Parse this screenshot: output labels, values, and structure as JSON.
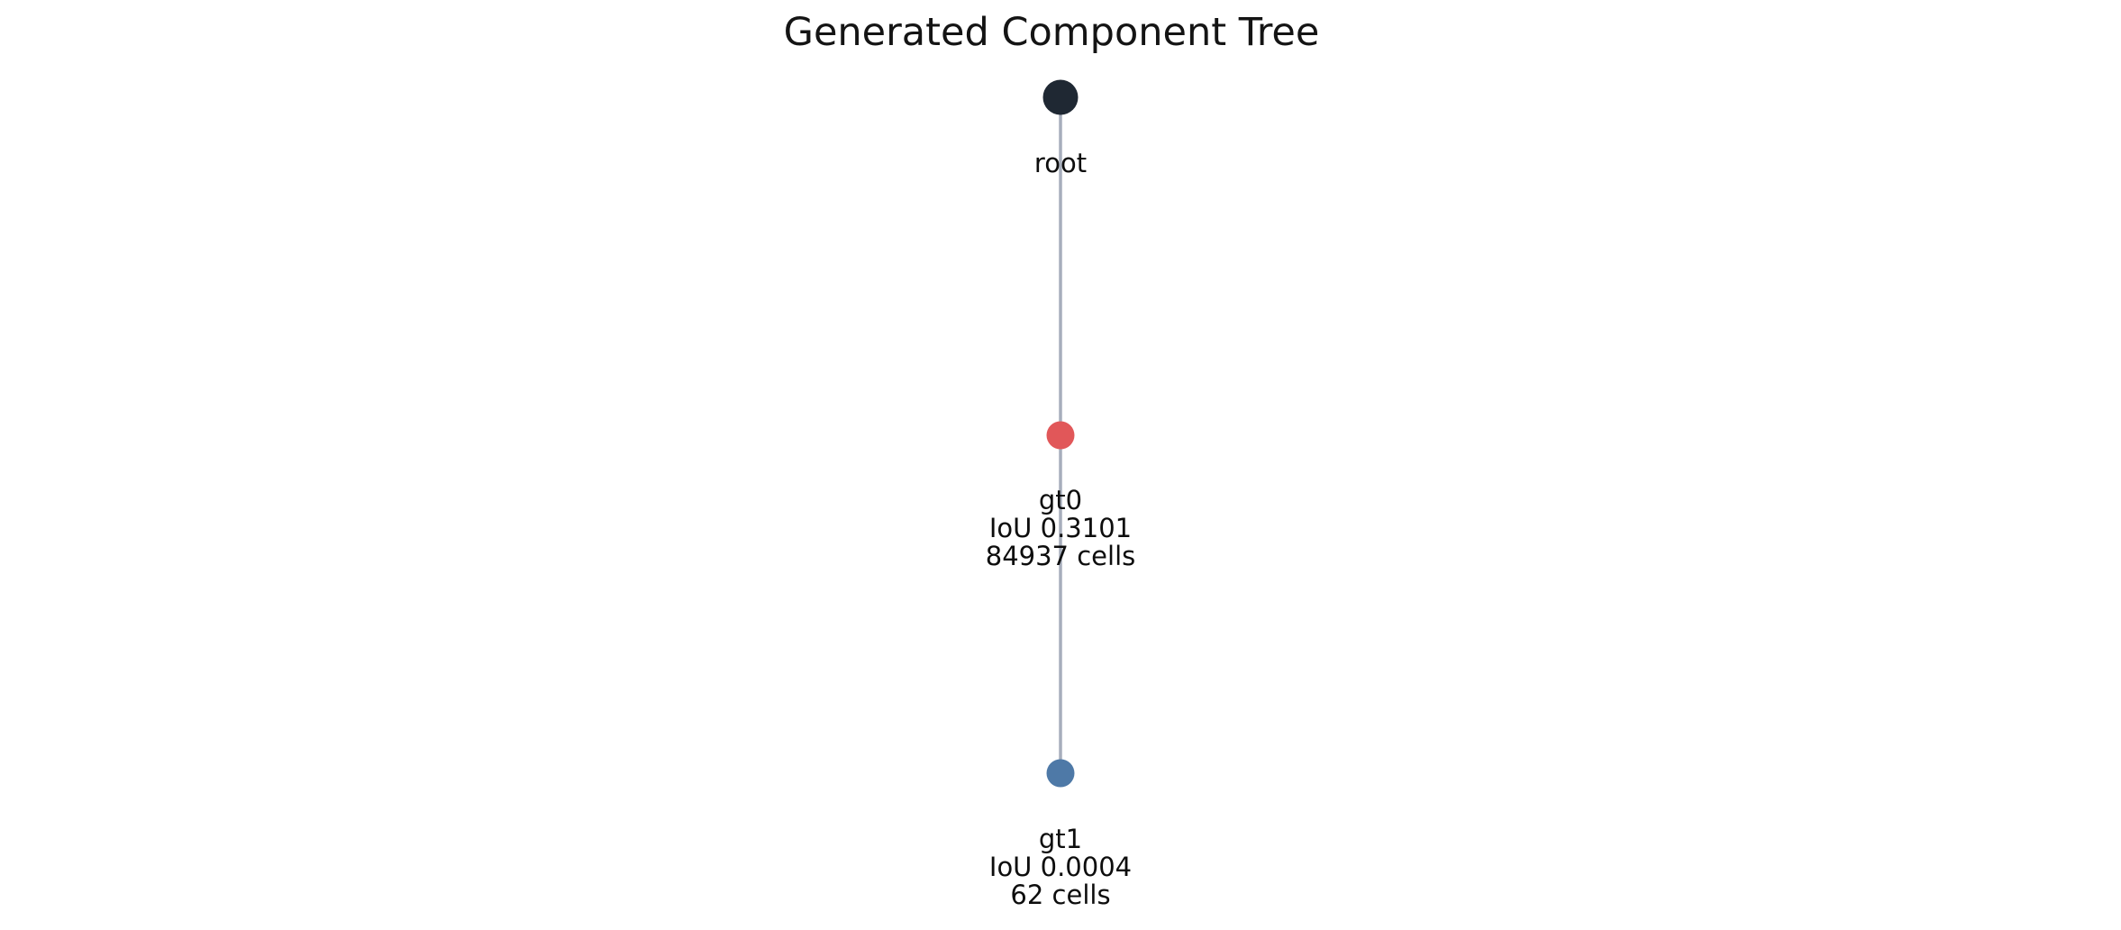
{
  "figure": {
    "title": "Generated Component Tree"
  },
  "tree": {
    "edge_color": "#a7aebc",
    "edges": [
      {
        "from": "root",
        "to": "gt0"
      },
      {
        "from": "gt0",
        "to": "gt1"
      }
    ],
    "nodes": [
      {
        "id": "root",
        "label": "root",
        "color": "#1f2833"
      },
      {
        "id": "gt0",
        "label": "gt0",
        "iou_line": "IoU 0.3101",
        "cells_line": "84937 cells",
        "color": "#e15759"
      },
      {
        "id": "gt1",
        "label": "gt1",
        "iou_line": "IoU 0.0004",
        "cells_line": "62 cells",
        "color": "#4e79a7"
      }
    ]
  }
}
